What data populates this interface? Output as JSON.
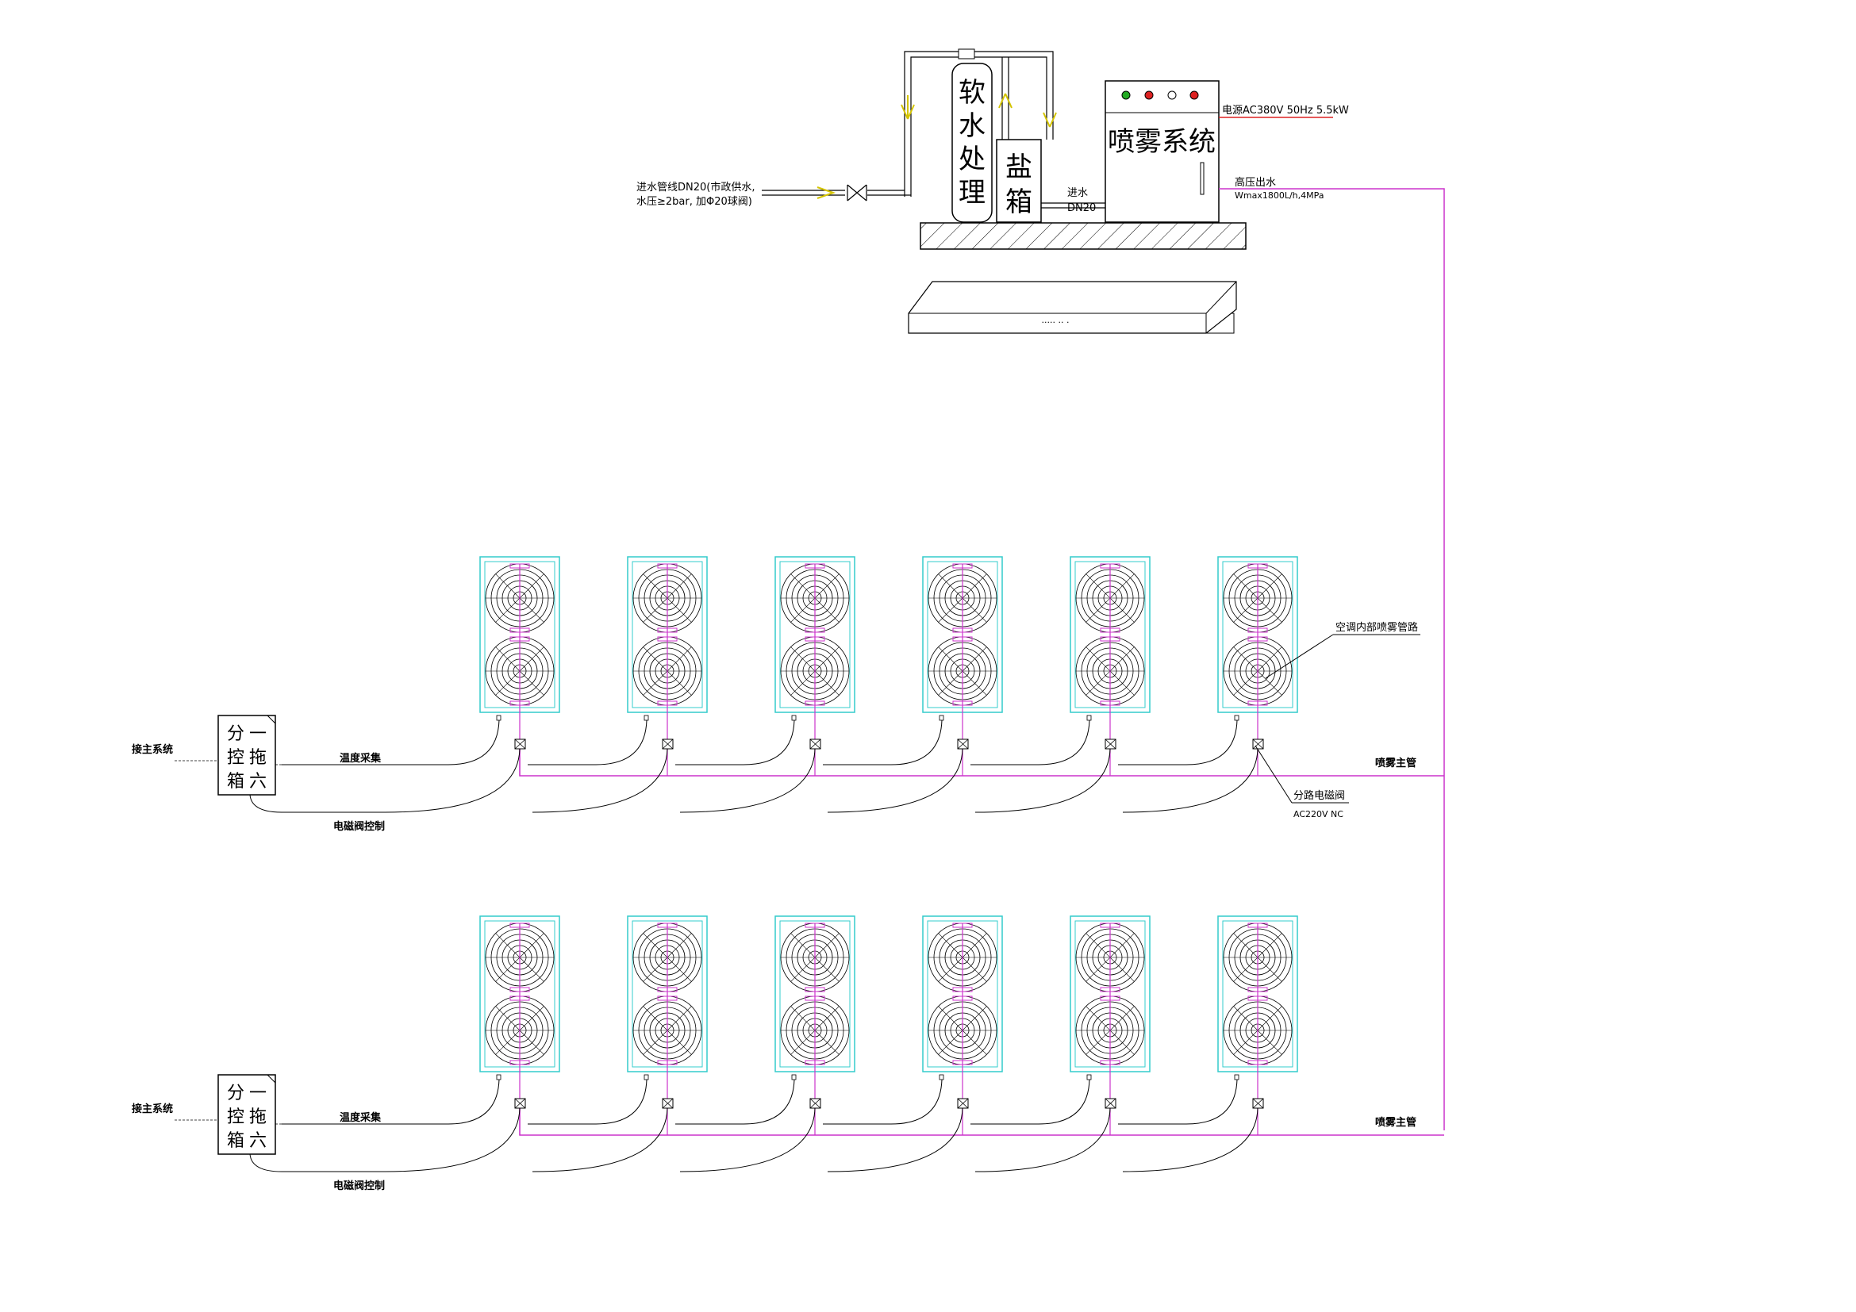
{
  "equipment": {
    "softener_chars": [
      "软",
      "水",
      "处",
      "理"
    ],
    "salt_box_chars": [
      "盐",
      "箱"
    ],
    "mist_system_label": "喷雾系统",
    "indicator_colors": [
      "#22aa22",
      "#dd2222",
      "#ffffff",
      "#dd2222"
    ],
    "inlet_label_line1": "进水管线DN20(市政供水,",
    "inlet_label_line2": "水压≥2bar, 加Φ20球阀)",
    "inlet_short_1": "进水",
    "inlet_short_2": "DN20",
    "power_label": "电源AC380V 50Hz 5.5kW",
    "outlet_label_1": "高压出水",
    "outlet_label_2": "Wmax1800L/h,4MPa",
    "tray_label": "····· ·· ·"
  },
  "groups": [
    {
      "control_box_chars": [
        "分",
        "控",
        "箱",
        "一",
        "拖",
        "六"
      ],
      "to_main_label": "接主系统",
      "temp_label": "温度采集",
      "valve_ctrl_label": "电磁阀控制",
      "main_pipe_label": "喷雾主管"
    },
    {
      "control_box_chars": [
        "分",
        "控",
        "箱",
        "一",
        "拖",
        "六"
      ],
      "to_main_label": "接主系统",
      "temp_label": "温度采集",
      "valve_ctrl_label": "电磁阀控制",
      "main_pipe_label": "喷雾主管"
    }
  ],
  "annotations": {
    "internal_pipe": "空调内部喷雾管路",
    "valve_line1": "分路电磁阀",
    "valve_line2": "AC220V NC"
  },
  "colors": {
    "pipe_magenta": "#cc33cc",
    "unit_cyan": "#33cccc",
    "valve_red": "#dd2222",
    "arrow_yellow": "#d4c400"
  }
}
